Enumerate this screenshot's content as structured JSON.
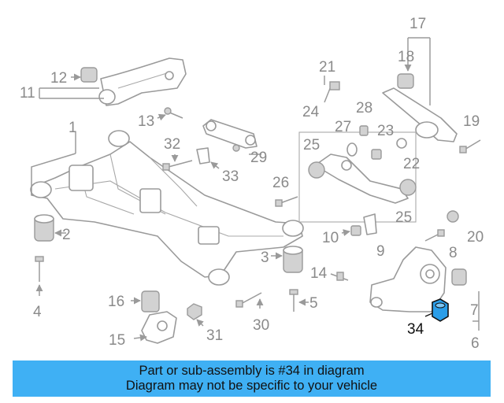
{
  "diagram": {
    "labels": {
      "n1": "1",
      "n2": "2",
      "n3": "3",
      "n4": "4",
      "n5": "5",
      "n6": "6",
      "n7": "7",
      "n8": "8",
      "n9": "9",
      "n10": "10",
      "n11": "11",
      "n12": "12",
      "n13": "13",
      "n14": "14",
      "n15": "15",
      "n16": "16",
      "n17": "17",
      "n18": "18",
      "n19": "19",
      "n20": "20",
      "n21": "21",
      "n22": "22",
      "n23": "23",
      "n24": "24",
      "n25a": "25",
      "n25b": "25",
      "n26": "26",
      "n27": "27",
      "n28": "28",
      "n29": "29",
      "n30": "30",
      "n31": "31",
      "n32": "32",
      "n33": "33",
      "n34": "34"
    },
    "highlight_color": "#2a9de8"
  },
  "banner": {
    "line1": "Part or sub-assembly is #34 in diagram",
    "line2": "Diagram may not be specific to your vehicle",
    "background": "#3fb0f4"
  }
}
